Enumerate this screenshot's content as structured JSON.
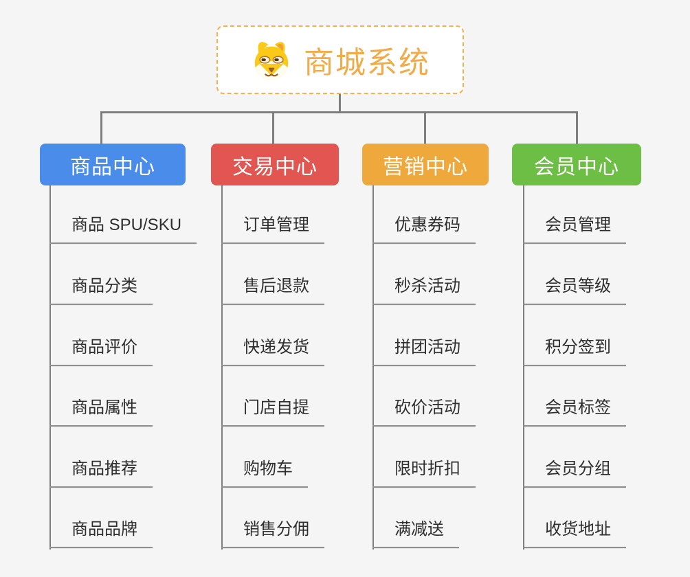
{
  "root": {
    "title": "商城系统",
    "icon": "dog-face-icon"
  },
  "branches": [
    {
      "label": "商品中心",
      "color": "#4A8CEA",
      "items": [
        "商品 SPU/SKU",
        "商品分类",
        "商品评价",
        "商品属性",
        "商品推荐",
        "商品品牌"
      ]
    },
    {
      "label": "交易中心",
      "color": "#E25651",
      "items": [
        "订单管理",
        "售后退款",
        "快递发货",
        "门店自提",
        "购物车",
        "销售分佣"
      ]
    },
    {
      "label": "营销中心",
      "color": "#EFA83B",
      "items": [
        "优惠券码",
        "秒杀活动",
        "拼团活动",
        "砍价活动",
        "限时折扣",
        "满减送"
      ]
    },
    {
      "label": "会员中心",
      "color": "#6CBE44",
      "items": [
        "会员管理",
        "会员等级",
        "积分签到",
        "会员标签",
        "会员分组",
        "收货地址"
      ]
    }
  ],
  "colors": {
    "background": "#F5F5F5",
    "connector": "#7E7E7E",
    "underline": "#8F8F8F",
    "item_text": "#2E2E2E",
    "root_text": "#F0AB4B",
    "root_border": "#F7B14A"
  }
}
